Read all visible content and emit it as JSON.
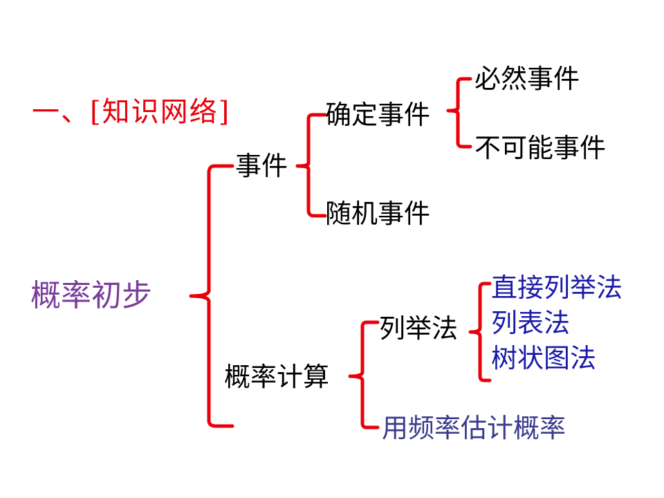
{
  "colors": {
    "red": "#e8000b",
    "purple": "#7a3d99",
    "black": "#000000",
    "blue": "#1a1aa8",
    "navy": "#3a3a8c"
  },
  "title": "一、[知识网络]",
  "root": "概率初步",
  "branches": {
    "event": {
      "label": "事件",
      "determined": {
        "label": "确定事件",
        "certain": "必然事件",
        "impossible": "不可能事件"
      },
      "random": "随机事件"
    },
    "calc": {
      "label": "概率计算",
      "enum": {
        "label": "列举法",
        "direct": "直接列举法",
        "table": "列表法",
        "tree": "树状图法"
      },
      "freq": "用频率估计概率"
    }
  }
}
